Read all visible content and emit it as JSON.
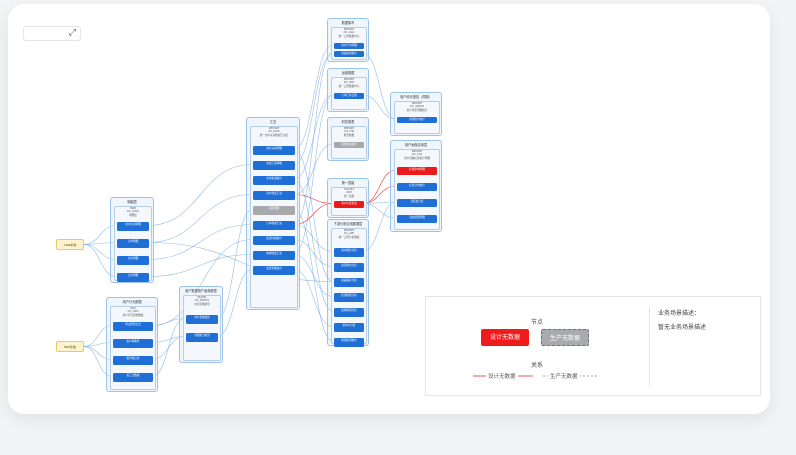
{
  "groups": [
    {
      "id": "g1",
      "title": "数据集市",
      "inner": [
        "REPORT",
        "DC_AGG",
        "统一口径数据中心"
      ],
      "nodes": [
        {
          "label": "用户行为明细"
        },
        {
          "label": "商品交易统计"
        }
      ]
    },
    {
      "id": "g2",
      "title": "运营数据",
      "inner": [
        "REPORT",
        "DC_OPS",
        "统一口径数据中心"
      ],
      "nodes": [
        {
          "label": "订单汇总日报"
        }
      ]
    },
    {
      "id": "g3",
      "title": "财务报表",
      "inner": [
        "REPORT",
        "DC_FIN",
        "财务数据"
      ],
      "nodes": [
        {
          "label": "资金流水统计",
          "type": "gray"
        }
      ]
    },
    {
      "id": "g4",
      "title": "第一层级",
      "inner": [
        "TAGSET",
        "ODP",
        "第一层级"
      ],
      "nodes": [
        {
          "label": "客户标签宽表",
          "type": "red"
        }
      ]
    },
    {
      "id": "g5",
      "title": "用户增长报告（周报）",
      "inner": [
        "REPORT",
        "DC_GROW",
        "用户增长明细统计"
      ],
      "nodes": [
        {
          "label": "新增用户统计"
        }
      ]
    },
    {
      "id": "g6",
      "title": "用户画像应用层",
      "inner": [
        "REPORT",
        "DC_TAG",
        "用户画像标签统计明细"
      ],
      "nodes": [
        {
          "label": "标签命中明细",
          "type": "red"
        },
        {
          "label": "标签分布统计"
        },
        {
          "label": "活跃度分层"
        },
        {
          "label": "流失预警明细"
        }
      ]
    },
    {
      "id": "g7",
      "title": "汇总",
      "inner": [
        "REPORT",
        "DC_DWS",
        "统一用户关系数据汇总层"
      ],
      "nodes": [
        {
          "label": "用户关系明细"
        },
        {
          "label": "交易汇总明细"
        },
        {
          "label": "支付渠道统计"
        },
        {
          "label": "商户维度汇总"
        },
        {
          "label": "退款明细",
          "type": "gray"
        },
        {
          "label": "订单状态汇总"
        },
        {
          "label": "配送时效统计"
        },
        {
          "label": "地域维度汇总"
        },
        {
          "label": "会员等级统计"
        }
      ]
    },
    {
      "id": "g8",
      "title": "下游分析应用数据层",
      "inner": [
        "REPORT",
        "DC_APP",
        "统一口径分析数据"
      ],
      "nodes": [
        {
          "label": "用户留存分析"
        },
        {
          "label": "渠道转化分析"
        },
        {
          "label": "商品偏好分析"
        },
        {
          "label": "促销效果分析"
        },
        {
          "label": "复购周期分析"
        },
        {
          "label": "客单价分析"
        },
        {
          "label": "搜索热词统计"
        }
      ]
    },
    {
      "id": "g9",
      "title": "明细层",
      "inner": [
        "DWD",
        "DC_DWD",
        "明细层"
      ],
      "nodes": [
        {
          "label": "用户信息明细"
        },
        {
          "label": "订单明细"
        },
        {
          "label": "支付明细"
        },
        {
          "label": "日志明细"
        }
      ]
    },
    {
      "id": "g10",
      "title": "用户数据用户画像模型",
      "inner": [
        "MODEL",
        "DC_MODEL",
        "用户画像模型"
      ],
      "nodes": [
        {
          "label": "用户基础属性"
        },
        {
          "label": "消费能力模型"
        }
      ]
    },
    {
      "id": "g11",
      "title": "用户行为数据",
      "inner": [
        "ODS",
        "DC_ODS",
        "用户行为原始数据"
      ],
      "nodes": [
        {
          "label": "埋点原始日志"
        },
        {
          "label": "客户端事件"
        },
        {
          "label": "服务端日志"
        },
        {
          "label": "第三方数据"
        }
      ]
    }
  ],
  "sources": [
    {
      "label": "CRM系统"
    },
    {
      "label": "ERP系统"
    }
  ],
  "legend": {
    "node_title": "节点",
    "red_label": "设计无数据",
    "gray_label": "生产无数据",
    "line_title": "关系",
    "line_red": "设计无数据",
    "line_gray": "生产无数据",
    "desc_title": "业务场景描述：",
    "desc_text": "暂无业务场景描述"
  },
  "colors": {
    "node": "#1f6fd6",
    "red": "#ea1b1b",
    "gray": "#a7a9ad",
    "line": "#6fa6e0",
    "source": "#fdf3cd"
  }
}
